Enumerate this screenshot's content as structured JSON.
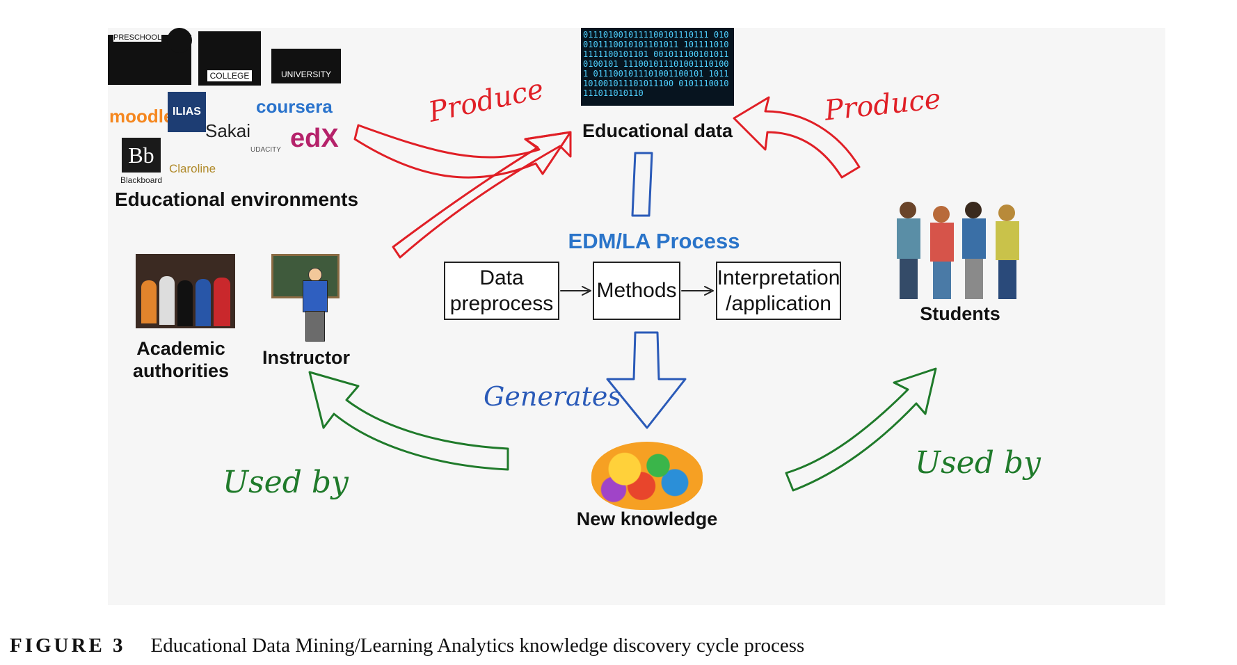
{
  "nodes": {
    "environments": "Educational environments",
    "data": "Educational data",
    "process_title": "EDM/LA Process",
    "authorities": "Academic authorities",
    "instructor": "Instructor",
    "students": "Students",
    "knowledge": "New knowledge"
  },
  "process_steps": [
    "Data preprocess",
    "Methods",
    "Interpretation /application"
  ],
  "handwritten": {
    "produce_left": "Produce",
    "produce_right": "Produce",
    "generates": "Generates",
    "used_by_left": "Used by",
    "used_by_right": "Used by"
  },
  "buildings": {
    "preschool": "PRESCHOOL",
    "college": "COLLEGE",
    "university": "UNIVERSITY"
  },
  "logos": [
    "moodle",
    "ILIAS",
    "Sakai",
    "coursera",
    "UDACITY",
    "edX",
    "Blackboard",
    "Claroline"
  ],
  "data_binary_text": "0111010010111100101110111 0100101110010101101011 1011110101111100101101 0010111001010110100101 1110010111010011101001 0111001011101001100101 1011101001011101011100 0101110010111011010110",
  "caption": {
    "label": "FIGURE 3",
    "text": "Educational Data Mining/Learning Analytics knowledge discovery cycle process"
  },
  "colors": {
    "produce": "#e01f26",
    "generates": "#2a5ab8",
    "used_by": "#1f7a2a",
    "process_title": "#2a74c9"
  }
}
